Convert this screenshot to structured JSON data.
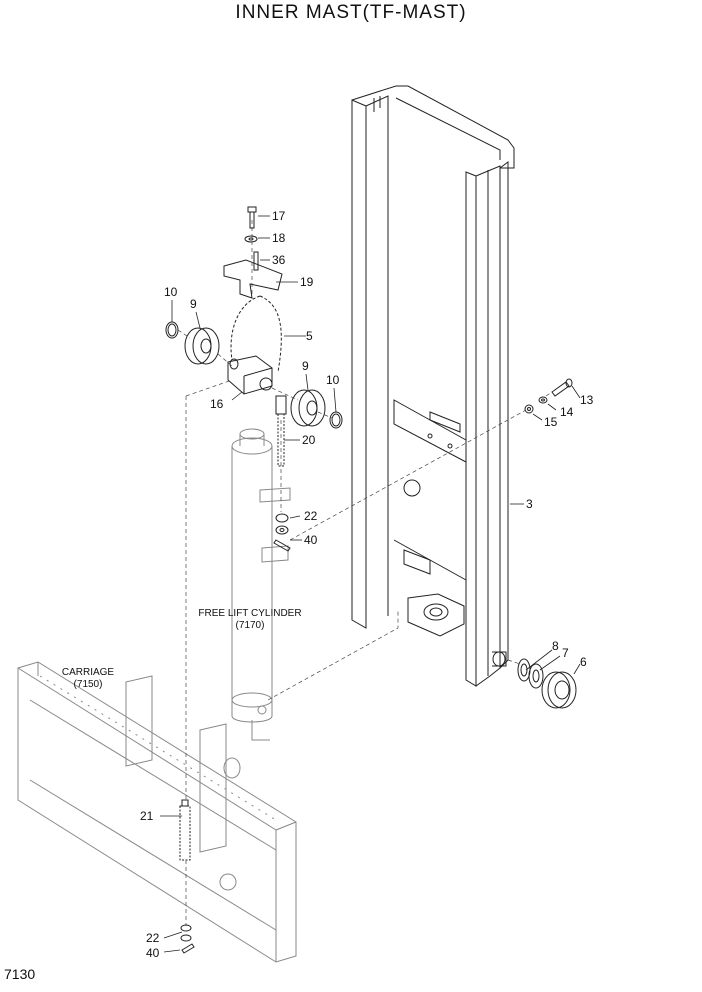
{
  "title": "INNER MAST(TF-MAST)",
  "page_number": "7130",
  "callouts": {
    "c3": "3",
    "c5": "5",
    "c6": "6",
    "c7": "7",
    "c8": "8",
    "c9a": "9",
    "c9b": "9",
    "c10a": "10",
    "c10b": "10",
    "c13": "13",
    "c14": "14",
    "c15": "15",
    "c16": "16",
    "c17": "17",
    "c18": "18",
    "c19": "19",
    "c20": "20",
    "c21": "21",
    "c22a": "22",
    "c22b": "22",
    "c36": "36",
    "c40a": "40",
    "c40b": "40"
  },
  "assemblies": {
    "free_lift_cylinder": {
      "name": "FREE LIFT CYLINDER",
      "ref": "(7170)"
    },
    "carriage": {
      "name": "CARRIAGE",
      "ref": "(7150)"
    }
  }
}
